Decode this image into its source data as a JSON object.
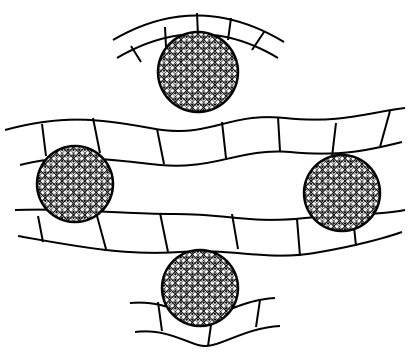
{
  "diagram": {
    "colors": {
      "stroke": "#000000",
      "background": "#ffffff",
      "particle_fill": "#ffffff"
    },
    "elements": {
      "band_count": 4,
      "particle_count": 4,
      "particle_pattern": "crosshatch-diamond-lattice"
    }
  }
}
